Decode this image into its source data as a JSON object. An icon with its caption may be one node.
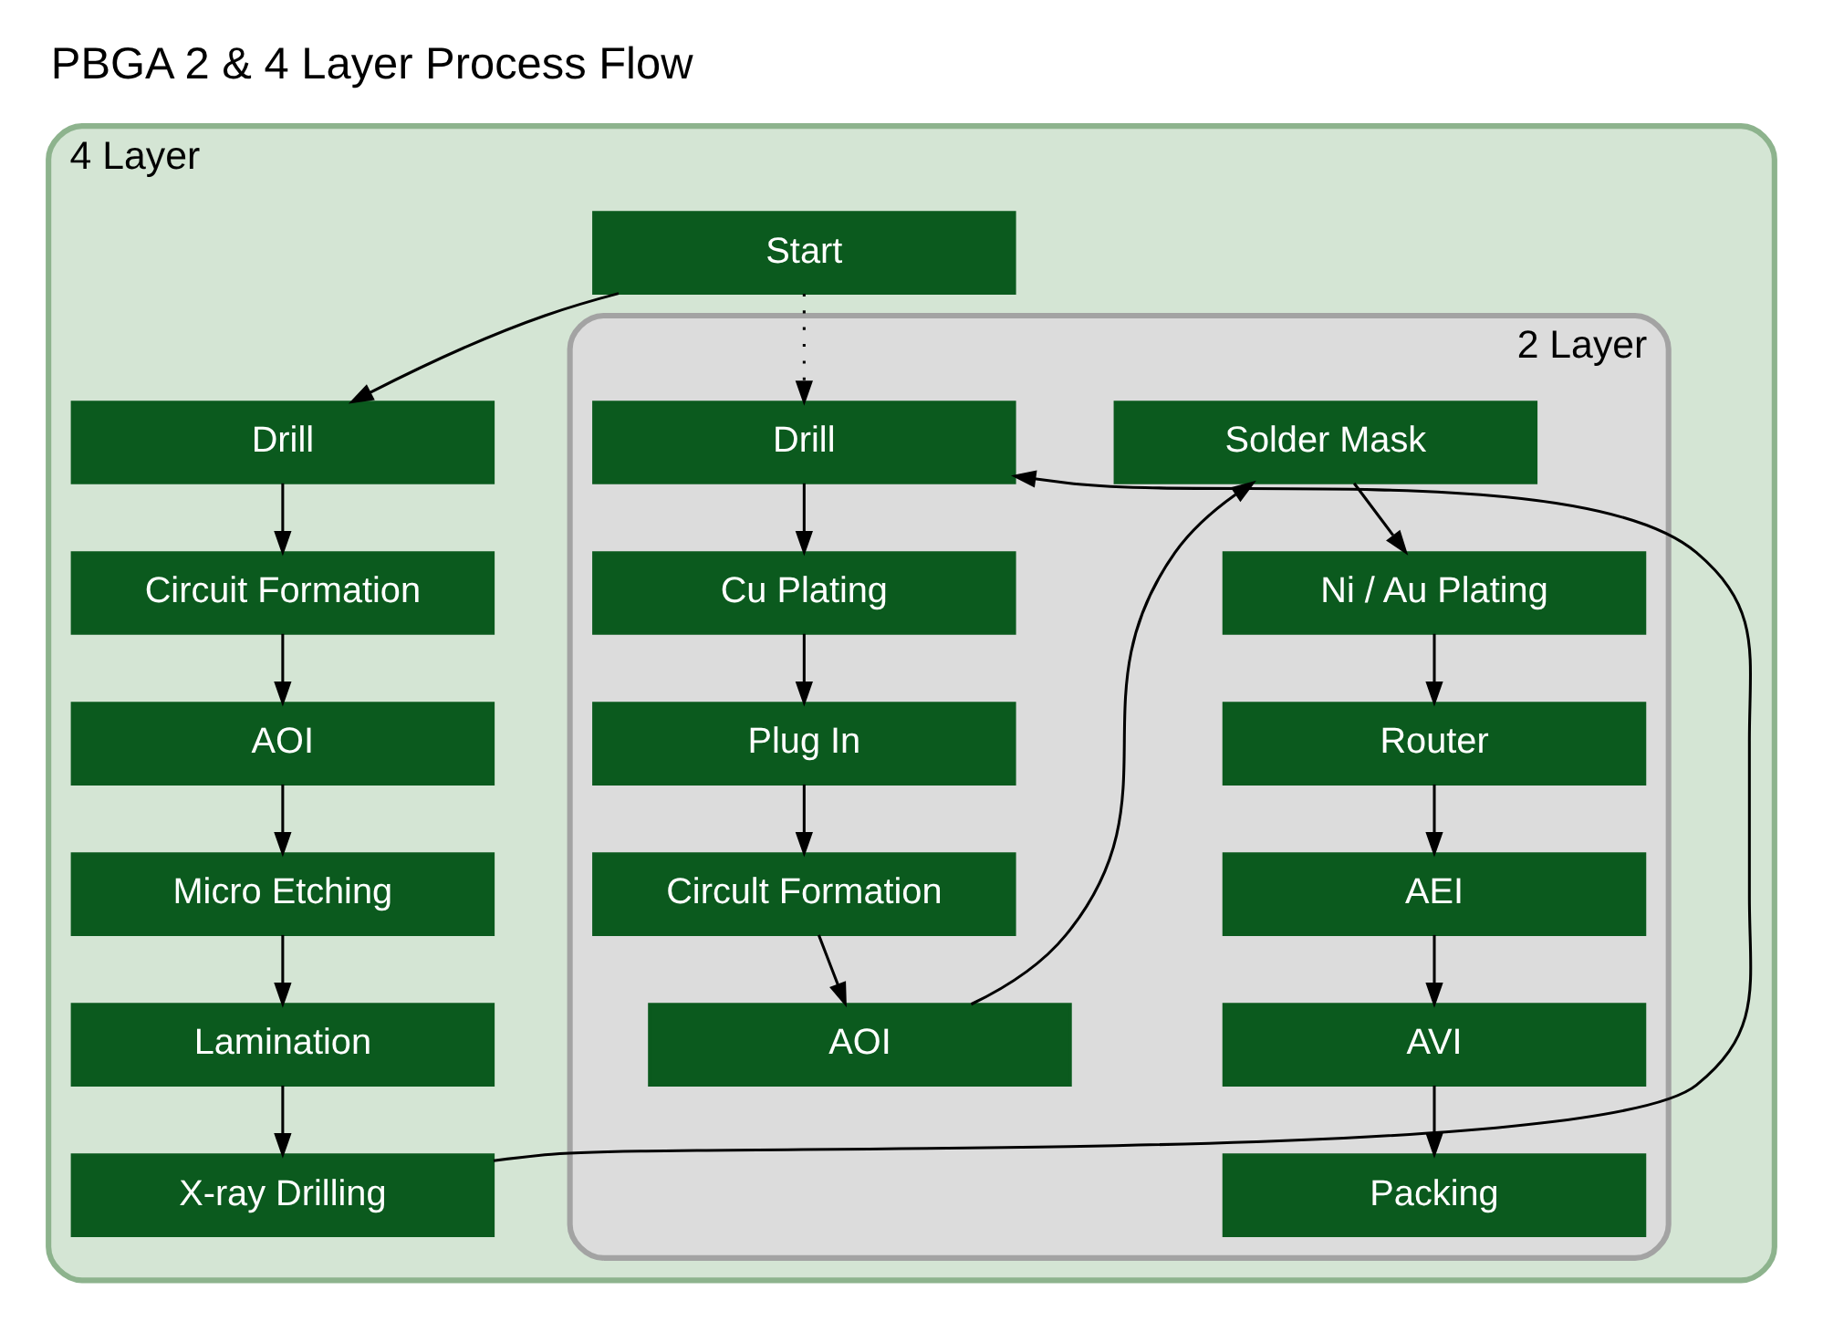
{
  "diagram": {
    "title": "PBGA 2 & 4 Layer Process Flow",
    "nodes": [
      {
        "text": [
          "4 Layer"
        ]
      },
      {
        "text": [
          "Start"
        ],
        "in": 0
      },
      {
        "text": [
          "2 Layer"
        ],
        "in": 0
      },
      {
        "text": [
          "Drill"
        ],
        "in": 0
      },
      {
        "text": [
          "Circuit Formation"
        ],
        "in": 0
      },
      {
        "text": [
          "AOI"
        ],
        "in": 0
      },
      {
        "text": [
          "Micro Etching"
        ],
        "in": 0
      },
      {
        "text": [
          "Lamination"
        ],
        "in": 0
      },
      {
        "text": [
          "X-ray Drilling"
        ],
        "in": 0
      },
      {
        "text": [
          "Drill"
        ],
        "in": 2
      },
      {
        "text": [
          "Cu Plating"
        ],
        "in": 2
      },
      {
        "text": [
          "Plug In"
        ],
        "in": 2
      },
      {
        "text": [
          "Circult Formation"
        ],
        "in": 2
      },
      {
        "text": [
          "AOI"
        ],
        "in": 2
      },
      {
        "text": [
          "Solder Mask"
        ],
        "in": 2
      },
      {
        "text": [
          "Ni / Au Plating"
        ],
        "in": 2
      },
      {
        "text": [
          "Router"
        ],
        "in": 2
      },
      {
        "text": [
          "AEI"
        ],
        "in": 2
      },
      {
        "text": [
          "AVI"
        ],
        "in": 2
      },
      {
        "text": [
          "Packing"
        ],
        "in": 2
      }
    ],
    "edges": [
      {
        "from": 1,
        "to": 3,
        "arrow": "to"
      },
      {
        "from": 1,
        "to": 9,
        "arrow": "to",
        "style": "dashed"
      },
      {
        "from": 3,
        "to": 4,
        "arrow": "to"
      },
      {
        "from": 4,
        "to": 5,
        "arrow": "to"
      },
      {
        "from": 5,
        "to": 6,
        "arrow": "to"
      },
      {
        "from": 6,
        "to": 7,
        "arrow": "to"
      },
      {
        "from": 7,
        "to": 8,
        "arrow": "to"
      },
      {
        "from": 8,
        "to": 9,
        "arrow": "to"
      },
      {
        "from": 9,
        "to": 10,
        "arrow": "to"
      },
      {
        "from": 10,
        "to": 11,
        "arrow": "to"
      },
      {
        "from": 11,
        "to": 12,
        "arrow": "to"
      },
      {
        "from": 12,
        "to": 13,
        "arrow": "to"
      },
      {
        "from": 13,
        "to": 14,
        "arrow": "to"
      },
      {
        "from": 14,
        "to": 15,
        "arrow": "to"
      },
      {
        "from": 15,
        "to": 16,
        "arrow": "to"
      },
      {
        "from": 16,
        "to": 17,
        "arrow": "to"
      },
      {
        "from": 17,
        "to": 18,
        "arrow": "to"
      },
      {
        "from": 18,
        "to": 19,
        "arrow": "to"
      }
    ]
  }
}
